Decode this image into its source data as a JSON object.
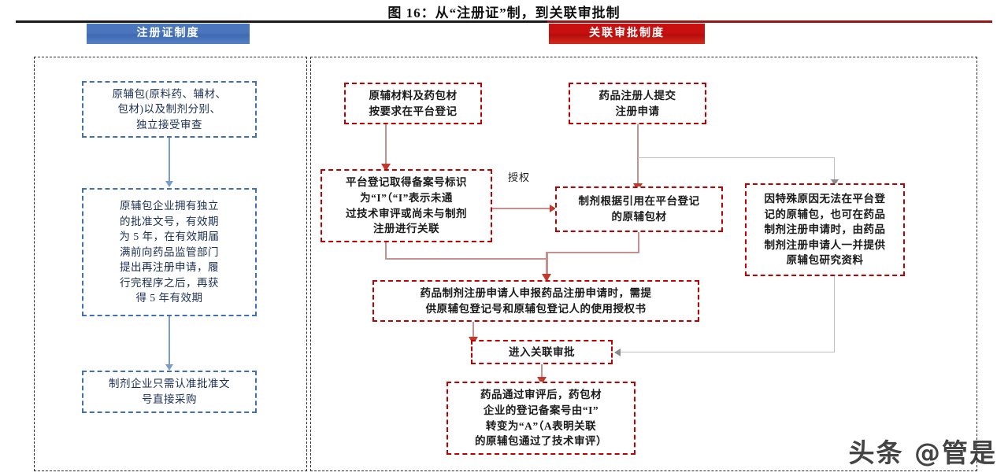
{
  "figure": {
    "title": "图 16：从“注册证”制，到关联审批制",
    "watermark": "头条 @管是"
  },
  "headers": {
    "left": "注册证制度",
    "right": "关联审批制度",
    "left_color": "#4a76bd",
    "right_color": "#c7100f"
  },
  "left_flow": {
    "nodes": [
      {
        "id": "l1",
        "text": "原辅包(原料药、辅材、\n包材)以及制剂分别、\n独立接受审查"
      },
      {
        "id": "l2",
        "text": "原辅包企业拥有独立\n的批准文号，有效期\n为 5 年，在有效期届\n满前向药品监管部门\n提出再注册申请，履\n行完程序之后，再获\n得 5 年有效期"
      },
      {
        "id": "l3",
        "text": "制剂企业只需认准批准文\n号直接采购"
      }
    ]
  },
  "right_flow": {
    "nodes": [
      {
        "id": "r1",
        "text": "原辅材料及药包材\n按要求在平台登记"
      },
      {
        "id": "r2",
        "text": "药品注册人提交\n注册申请"
      },
      {
        "id": "r3",
        "text": "平台登记取得备案号标识\n为“I”（“I”表示未通\n过技术审评或尚未与制剂\n注册进行关联"
      },
      {
        "id": "r4",
        "text": "制剂根据引用在平台登记\n的原辅包材"
      },
      {
        "id": "r5",
        "text": "因特殊原因无法在平台登\n记的原辅包，也可在药品\n制剂注册申请时，由药品\n制剂注册申请人一并提供\n原辅包研究资料"
      },
      {
        "id": "r6",
        "text": "药品制剂注册申请人申报药品注册申请时，需提\n供原辅包登记号和原辅包登记人的使用授权书"
      },
      {
        "id": "r7",
        "text": "进入关联审批"
      },
      {
        "id": "r8",
        "text": "药品通过审评后，药包材\n企业的登记备案号由“I”\n转变为“A”（A表明关联\n的原辅包通过了技术审评）"
      }
    ],
    "edge_labels": [
      {
        "id": "e1",
        "text": "授权"
      }
    ]
  }
}
